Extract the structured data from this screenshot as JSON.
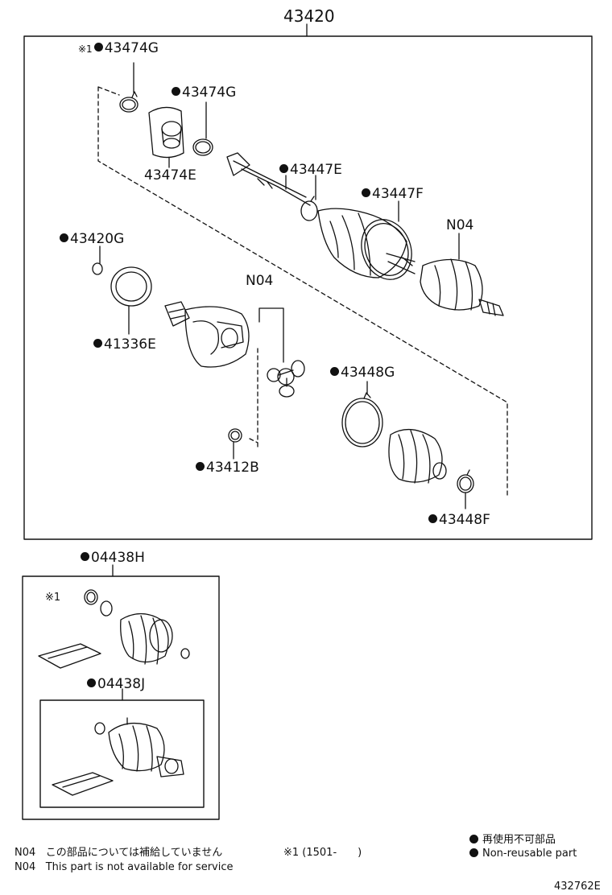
{
  "assembly": {
    "number": "43420"
  },
  "parts": {
    "p43474G_a": {
      "mark": "※1",
      "number": "43474G",
      "nonreusable": true
    },
    "p43474G_b": {
      "number": "43474G",
      "nonreusable": true
    },
    "p43474E": {
      "number": "43474E",
      "nonreusable": false
    },
    "p43447E": {
      "number": "43447E",
      "nonreusable": true
    },
    "p43447F": {
      "number": "43447F",
      "nonreusable": true
    },
    "pN04_outer": {
      "number": "N04",
      "nonreusable": false
    },
    "p43420G": {
      "number": "43420G",
      "nonreusable": true
    },
    "p41336E": {
      "number": "41336E",
      "nonreusable": true
    },
    "pN04_inner": {
      "number": "N04",
      "nonreusable": false
    },
    "p43448G": {
      "number": "43448G",
      "nonreusable": true
    },
    "p43412B": {
      "number": "43412B",
      "nonreusable": true
    },
    "p43448F": {
      "number": "43448F",
      "nonreusable": true
    }
  },
  "kits": {
    "kit_h": {
      "number": "04438H",
      "mark": "※1"
    },
    "kit_j": {
      "number": "04438J"
    }
  },
  "footnotes": {
    "line1_code": "N04",
    "line1_jp": "この部品については補給していません",
    "line1_ref": "※1 (1501-　　)",
    "line2_code": "N04",
    "line2_en": "This part is not available for service"
  },
  "legend": {
    "jp": "再使用不可部品",
    "en": "Non-reusable part"
  },
  "diagram_id": "432762E"
}
